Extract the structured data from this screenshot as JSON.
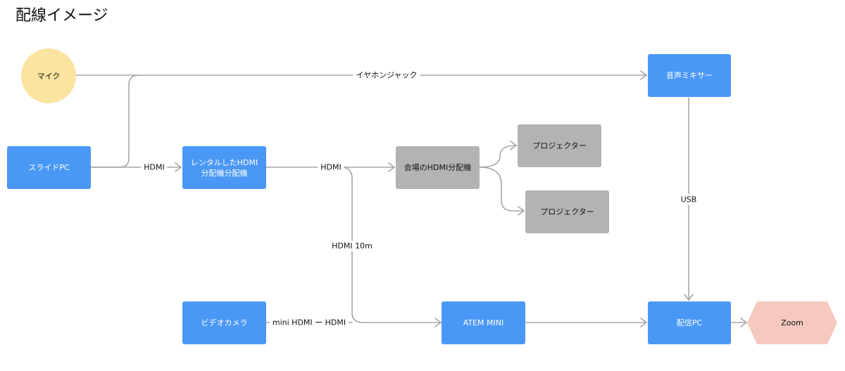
{
  "title": "配線イメージ",
  "nodes": {
    "mic": "マイク",
    "slide_pc": "スライドPC",
    "rental_splitter": "レンタルしたHDMI\n分配機分配機",
    "venue_splitter": "会場のHDMI分配機",
    "projector_1": "プロジェクター",
    "projector_2": "プロジェクター",
    "audio_mixer": "音声ミキサー",
    "video_camera": "ビデオカメラ",
    "atem_mini": "ATEM MINI",
    "streaming_pc": "配信PC",
    "zoom": "Zoom"
  },
  "edges": {
    "earphone_jack": "イヤホンジャック",
    "hdmi_1": "HDMI",
    "hdmi_2": "HDMI",
    "hdmi_10m": "HDMI 10m",
    "usb": "USB",
    "mini_hdmi": "mini HDMI ー HDMI"
  },
  "colors": {
    "device": "#4a98f6",
    "venue_equipment": "#b3b3b3",
    "mic": "#fbe3a0",
    "zoom": "#f5c9bf",
    "wire": "#a6a6a6"
  }
}
